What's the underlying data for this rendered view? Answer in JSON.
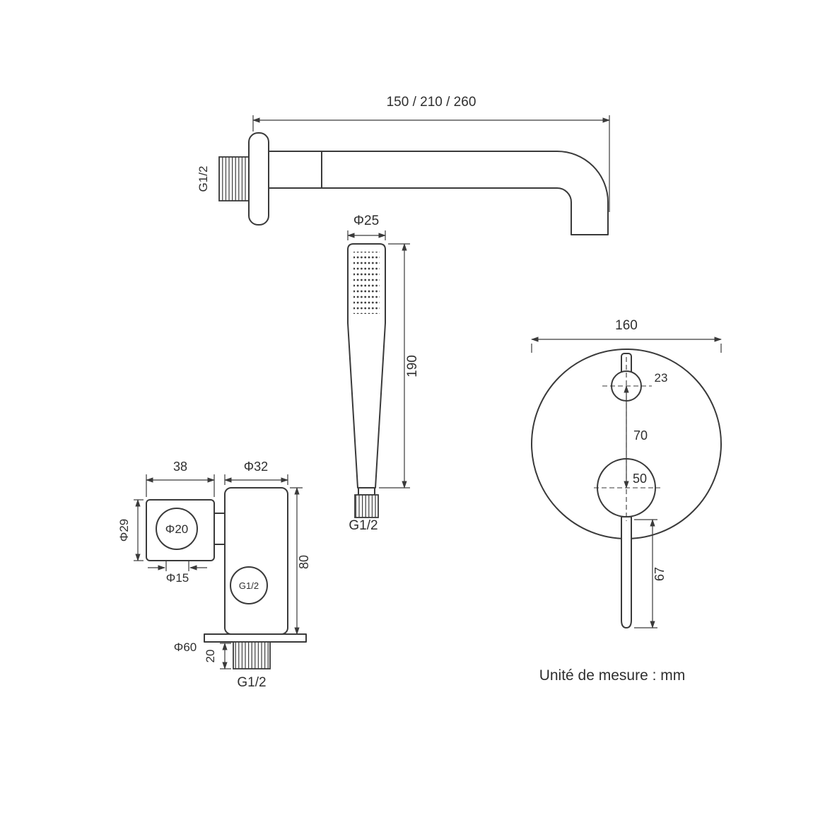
{
  "colors": {
    "line": "#3a3a3a",
    "background": "#ffffff"
  },
  "note": {
    "text": "Unité de mesure : mm"
  },
  "spout": {
    "length_label": "150 / 210 / 260",
    "thread_label": "G1/2"
  },
  "handshower": {
    "diameter_label": "Φ25",
    "length_label": "190",
    "thread_label": "G1/2"
  },
  "valve": {
    "holder_width_label": "38",
    "body_width_label": "Φ32",
    "holder_diameter_label": "Φ29",
    "bore_label": "Φ20",
    "hole_label": "Φ15",
    "body_height_label": "80",
    "port_label": "G1/2",
    "flange_label": "Φ60",
    "nipple_length_label": "20",
    "thread_label": "G1/2"
  },
  "mixer": {
    "plate_width_label": "160",
    "knob_label": "23",
    "spacing_label": "70",
    "cartridge_label": "50",
    "handle_length_label": "67"
  }
}
